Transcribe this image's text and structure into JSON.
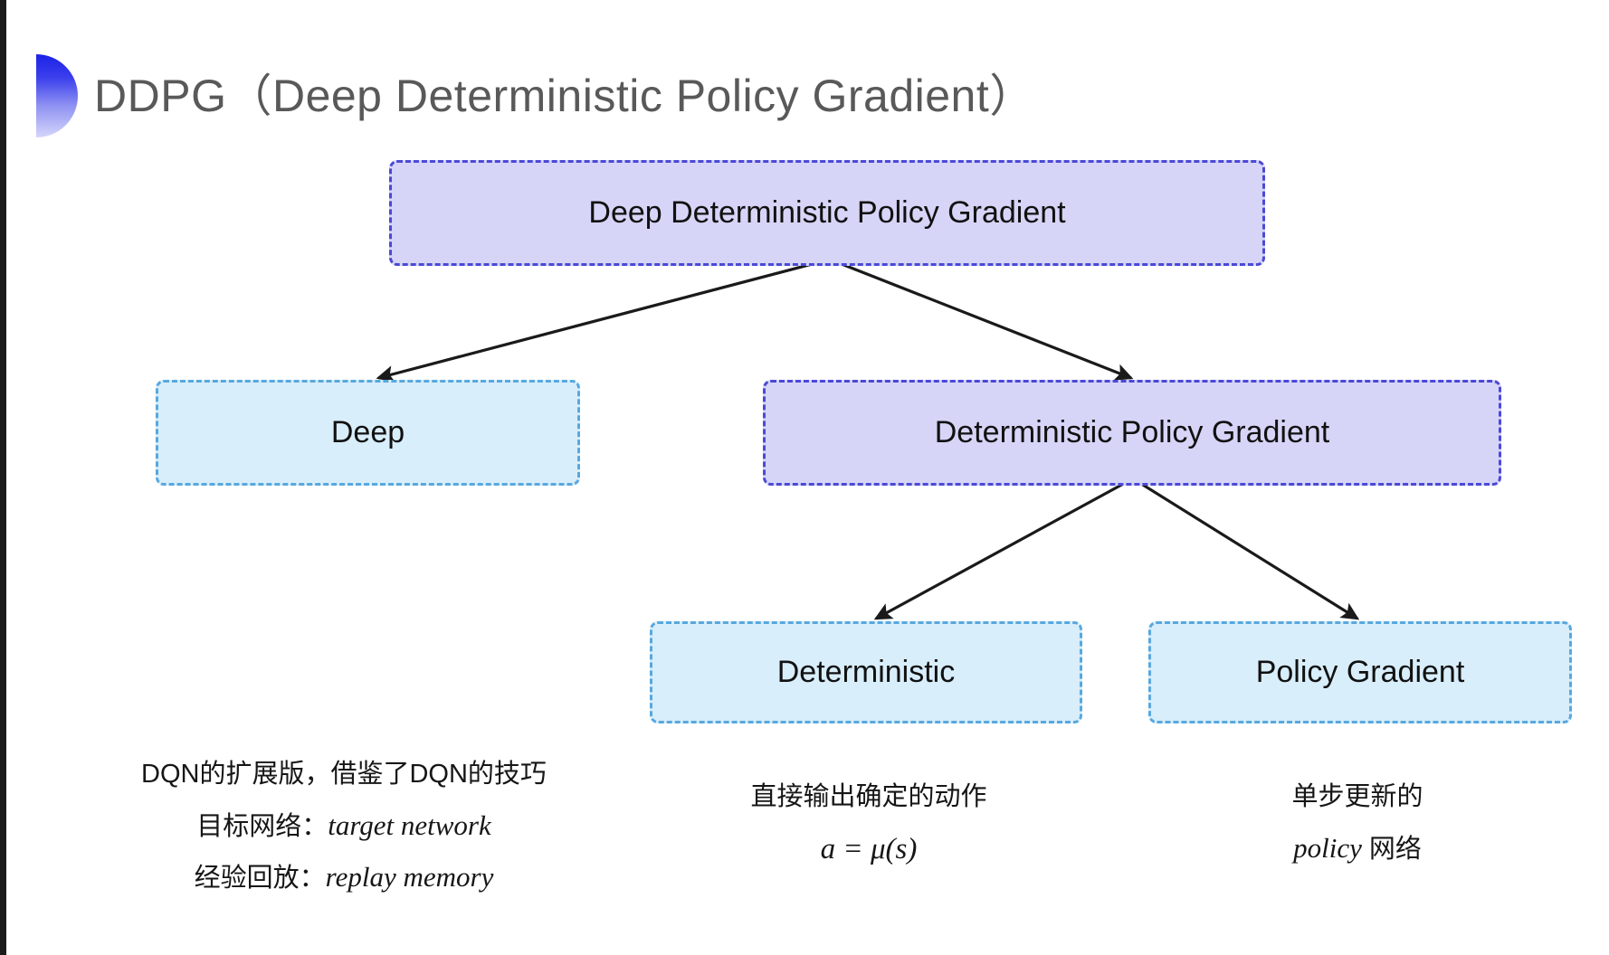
{
  "slide": {
    "title": "DDPG（Deep Deterministic Policy Gradient）",
    "bullet_icon": "half-circle-gradient-icon",
    "background_color": "#ffffff",
    "title_color": "#595959"
  },
  "palette": {
    "purple_fill": "#d6d5f7",
    "purple_border": "#4b49d6",
    "blue_fill": "#d8eefb",
    "blue_border": "#58a8de",
    "arrow_color": "#1a1a1a"
  },
  "diagram": {
    "nodes": [
      {
        "id": "root",
        "label": "Deep Deterministic Policy Gradient",
        "style": "purple"
      },
      {
        "id": "deep",
        "label": "Deep",
        "style": "blue"
      },
      {
        "id": "dpg",
        "label": "Deterministic Policy Gradient",
        "style": "purple"
      },
      {
        "id": "det",
        "label": "Deterministic",
        "style": "blue"
      },
      {
        "id": "pg",
        "label": "Policy Gradient",
        "style": "blue"
      }
    ],
    "edges": [
      {
        "from": "root",
        "to": "deep"
      },
      {
        "from": "root",
        "to": "dpg"
      },
      {
        "from": "dpg",
        "to": "det"
      },
      {
        "from": "dpg",
        "to": "pg"
      }
    ]
  },
  "captions": {
    "deep": {
      "line1": "DQN的扩展版，借鉴了DQN的技巧",
      "line2_label": "目标网络：",
      "line2_term": "target network",
      "line3_label": "经验回放：",
      "line3_term": "replay memory"
    },
    "deterministic": {
      "line1": "直接输出确定的动作",
      "formula": "a = μ(s)"
    },
    "policy_gradient": {
      "line1": "单步更新的",
      "line2_term": "policy",
      "line2_suffix": " 网络"
    }
  }
}
